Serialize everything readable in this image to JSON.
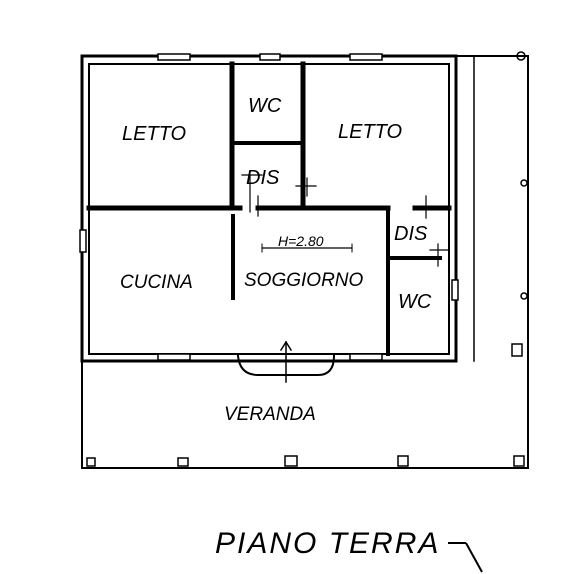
{
  "rooms": {
    "letto_left": "LETTO",
    "wc_top": "WC",
    "dis_top": "DIS",
    "letto_right": "LETTO",
    "height_note": "H=2.80",
    "dis_right": "DIS",
    "cucina": "CUCINA",
    "soggiorno": "SOGGIORNO",
    "wc_right": "WC",
    "veranda": "VERANDA"
  },
  "floor_title": "PIANO TERRA"
}
